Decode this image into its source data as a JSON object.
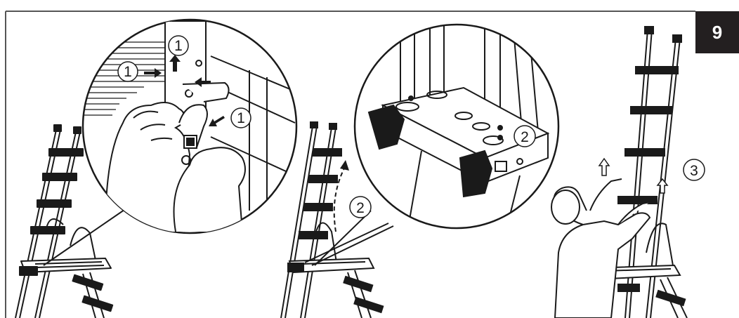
{
  "page_number": "9",
  "steps": {
    "step1_label": "1",
    "step2_label": "2",
    "step3_label": "3"
  },
  "colors": {
    "ink": "#1a1a1a",
    "tab_bg": "#231f20",
    "tab_text": "#ffffff",
    "paper": "#ffffff",
    "frame_line": "#555555"
  },
  "icons": [
    "arrow-right-icon",
    "arrow-up-icon",
    "arrow-left-icon",
    "arrow-down-left-icon",
    "curved-dashed-arrow-icon"
  ]
}
